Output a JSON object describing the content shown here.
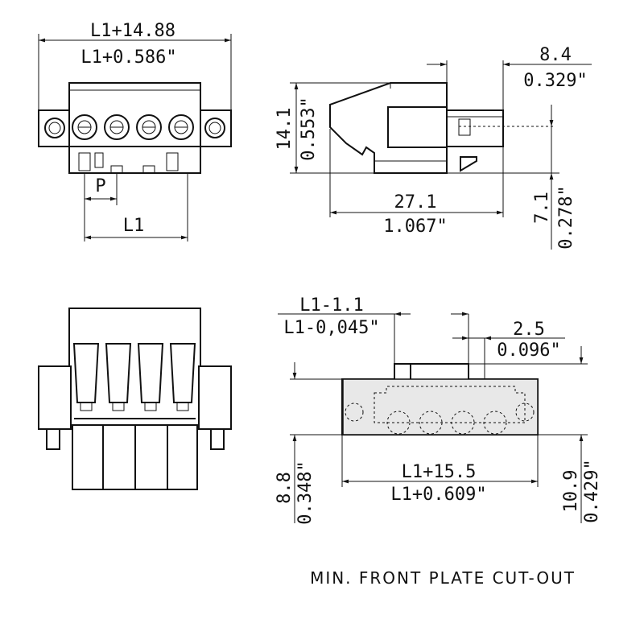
{
  "front_view": {
    "width_mm": "L1+14.88",
    "width_in": "L1+0.586\"",
    "pitch_label": "P",
    "length_label": "L1"
  },
  "side_view": {
    "depth_mm": "8.4",
    "depth_in": "0.329\"",
    "height_mm": "14.1",
    "height_in": "0.553\"",
    "length_mm": "27.1",
    "length_in": "1.067\"",
    "offset_mm": "7.1",
    "offset_in": "0.278\""
  },
  "cutout_view": {
    "notch_mm": "L1-1.1",
    "notch_in": "L1-0,045\"",
    "step_mm": "2.5",
    "step_in": "0.096\"",
    "width_mm": "L1+15.5",
    "width_in": "L1+0.609\"",
    "height_mm": "8.8",
    "height_in": "0.348\"",
    "total_h_mm": "10.9",
    "total_h_in": "0.429\""
  },
  "caption": "MIN. FRONT PLATE CUT-OUT"
}
